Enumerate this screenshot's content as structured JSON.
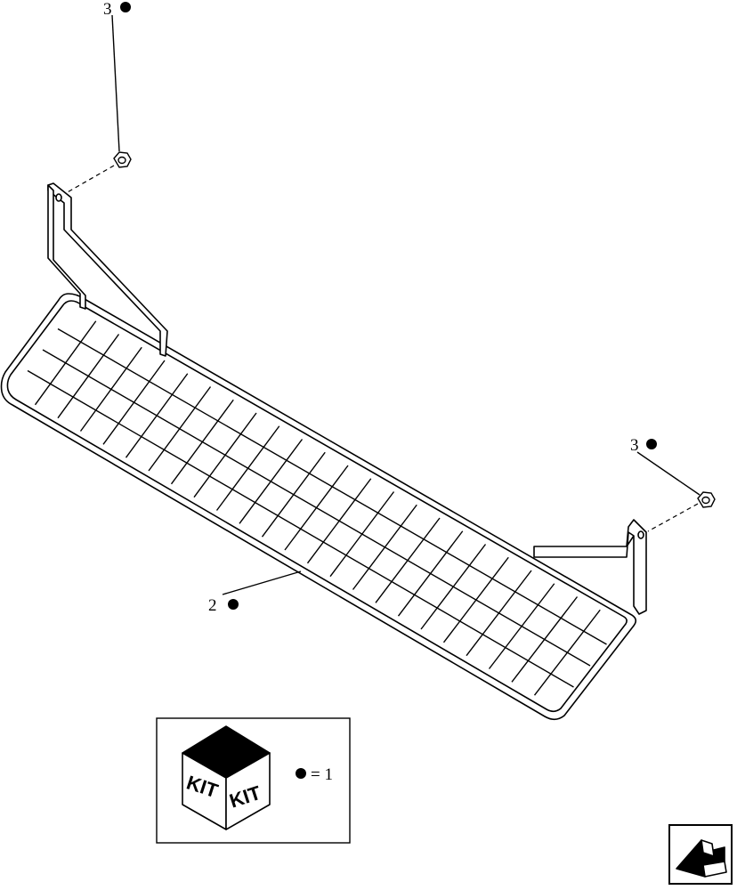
{
  "diagram": {
    "callouts": [
      {
        "id": "callout-3-top",
        "number": "3"
      },
      {
        "id": "callout-3-right",
        "number": "3"
      },
      {
        "id": "callout-2",
        "number": "2"
      }
    ],
    "parts": [
      {
        "name": "mesh-guard",
        "callout": "2"
      },
      {
        "name": "hex-nut",
        "callout": "3"
      }
    ]
  },
  "legend": {
    "kit_label_left": "KIT",
    "kit_label_right": "KIT",
    "equals_text": "= 1"
  },
  "navigation": {
    "icon": "back-arrow-icon"
  }
}
